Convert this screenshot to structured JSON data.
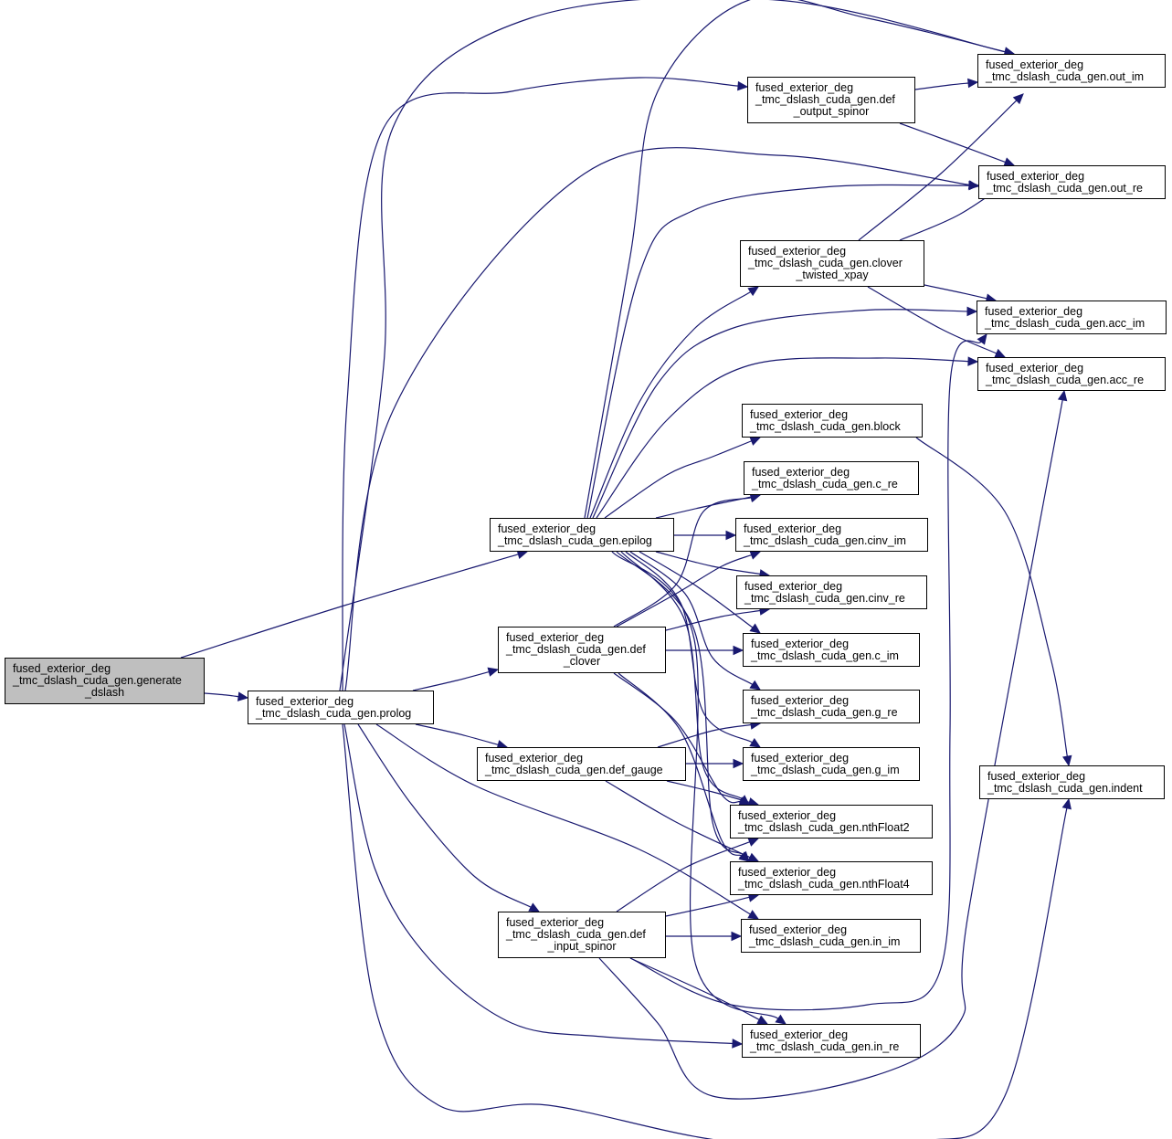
{
  "title": "Call graph: fused_exterior_deg_tmc_dslash_cuda_gen.generate_dslash",
  "colors": {
    "edge": "#191970",
    "root_fill": "#bfbfbf",
    "node_fill": "#ffffff",
    "border": "#000000"
  },
  "nodes": [
    {
      "id": "generate_dslash",
      "lines": [
        "fused_exterior_deg",
        "_tmc_dslash_cuda_gen.generate",
        "_dslash"
      ],
      "root": true
    },
    {
      "id": "prolog",
      "lines": [
        "fused_exterior_deg",
        "_tmc_dslash_cuda_gen.prolog"
      ]
    },
    {
      "id": "epilog",
      "lines": [
        "fused_exterior_deg",
        "_tmc_dslash_cuda_gen.epilog"
      ]
    },
    {
      "id": "def_clover",
      "lines": [
        "fused_exterior_deg",
        "_tmc_dslash_cuda_gen.def",
        "_clover"
      ]
    },
    {
      "id": "def_gauge",
      "lines": [
        "fused_exterior_deg",
        "_tmc_dslash_cuda_gen.def_gauge"
      ]
    },
    {
      "id": "def_input_spinor",
      "lines": [
        "fused_exterior_deg",
        "_tmc_dslash_cuda_gen.def",
        "_input_spinor"
      ]
    },
    {
      "id": "def_output_spinor",
      "lines": [
        "fused_exterior_deg",
        "_tmc_dslash_cuda_gen.def",
        "_output_spinor"
      ]
    },
    {
      "id": "clover_twisted_xpay",
      "lines": [
        "fused_exterior_deg",
        "_tmc_dslash_cuda_gen.clover",
        "_twisted_xpay"
      ]
    },
    {
      "id": "block",
      "lines": [
        "fused_exterior_deg",
        "_tmc_dslash_cuda_gen.block"
      ]
    },
    {
      "id": "c_re",
      "lines": [
        "fused_exterior_deg",
        "_tmc_dslash_cuda_gen.c_re"
      ]
    },
    {
      "id": "cinv_im",
      "lines": [
        "fused_exterior_deg",
        "_tmc_dslash_cuda_gen.cinv_im"
      ]
    },
    {
      "id": "cinv_re",
      "lines": [
        "fused_exterior_deg",
        "_tmc_dslash_cuda_gen.cinv_re"
      ]
    },
    {
      "id": "c_im",
      "lines": [
        "fused_exterior_deg",
        "_tmc_dslash_cuda_gen.c_im"
      ]
    },
    {
      "id": "g_re",
      "lines": [
        "fused_exterior_deg",
        "_tmc_dslash_cuda_gen.g_re"
      ]
    },
    {
      "id": "g_im",
      "lines": [
        "fused_exterior_deg",
        "_tmc_dslash_cuda_gen.g_im"
      ]
    },
    {
      "id": "nthFloat2",
      "lines": [
        "fused_exterior_deg",
        "_tmc_dslash_cuda_gen.nthFloat2"
      ]
    },
    {
      "id": "nthFloat4",
      "lines": [
        "fused_exterior_deg",
        "_tmc_dslash_cuda_gen.nthFloat4"
      ]
    },
    {
      "id": "in_im",
      "lines": [
        "fused_exterior_deg",
        "_tmc_dslash_cuda_gen.in_im"
      ]
    },
    {
      "id": "in_re",
      "lines": [
        "fused_exterior_deg",
        "_tmc_dslash_cuda_gen.in_re"
      ]
    },
    {
      "id": "out_im",
      "lines": [
        "fused_exterior_deg",
        "_tmc_dslash_cuda_gen.out_im"
      ]
    },
    {
      "id": "out_re",
      "lines": [
        "fused_exterior_deg",
        "_tmc_dslash_cuda_gen.out_re"
      ]
    },
    {
      "id": "acc_im",
      "lines": [
        "fused_exterior_deg",
        "_tmc_dslash_cuda_gen.acc_im"
      ]
    },
    {
      "id": "acc_re",
      "lines": [
        "fused_exterior_deg",
        "_tmc_dslash_cuda_gen.acc_re"
      ]
    },
    {
      "id": "indent",
      "lines": [
        "fused_exterior_deg",
        "_tmc_dslash_cuda_gen.indent"
      ]
    }
  ],
  "edges": [
    [
      "generate_dslash",
      "prolog"
    ],
    [
      "generate_dslash",
      "epilog"
    ],
    [
      "prolog",
      "def_output_spinor"
    ],
    [
      "prolog",
      "out_im"
    ],
    [
      "prolog",
      "out_re"
    ],
    [
      "prolog",
      "def_clover"
    ],
    [
      "prolog",
      "def_gauge"
    ],
    [
      "prolog",
      "def_input_spinor"
    ],
    [
      "prolog",
      "in_im"
    ],
    [
      "prolog",
      "in_re"
    ],
    [
      "prolog",
      "indent"
    ],
    [
      "epilog",
      "out_im"
    ],
    [
      "epilog",
      "out_re"
    ],
    [
      "epilog",
      "clover_twisted_xpay"
    ],
    [
      "epilog",
      "acc_im"
    ],
    [
      "epilog",
      "acc_re"
    ],
    [
      "epilog",
      "block"
    ],
    [
      "epilog",
      "c_re"
    ],
    [
      "epilog",
      "cinv_im"
    ],
    [
      "epilog",
      "cinv_re"
    ],
    [
      "epilog",
      "c_im"
    ],
    [
      "epilog",
      "g_re"
    ],
    [
      "epilog",
      "g_im"
    ],
    [
      "epilog",
      "nthFloat2"
    ],
    [
      "epilog",
      "nthFloat4"
    ],
    [
      "epilog",
      "in_re"
    ],
    [
      "def_output_spinor",
      "out_im"
    ],
    [
      "def_output_spinor",
      "out_re"
    ],
    [
      "clover_twisted_xpay",
      "out_im"
    ],
    [
      "clover_twisted_xpay",
      "out_re"
    ],
    [
      "clover_twisted_xpay",
      "acc_im"
    ],
    [
      "clover_twisted_xpay",
      "acc_re"
    ],
    [
      "block",
      "indent"
    ],
    [
      "def_clover",
      "c_re"
    ],
    [
      "def_clover",
      "cinv_im"
    ],
    [
      "def_clover",
      "cinv_re"
    ],
    [
      "def_clover",
      "c_im"
    ],
    [
      "def_clover",
      "nthFloat2"
    ],
    [
      "def_clover",
      "nthFloat4"
    ],
    [
      "def_gauge",
      "g_re"
    ],
    [
      "def_gauge",
      "g_im"
    ],
    [
      "def_gauge",
      "nthFloat2"
    ],
    [
      "def_gauge",
      "nthFloat4"
    ],
    [
      "def_input_spinor",
      "nthFloat2"
    ],
    [
      "def_input_spinor",
      "nthFloat4"
    ],
    [
      "def_input_spinor",
      "in_im"
    ],
    [
      "def_input_spinor",
      "in_re"
    ],
    [
      "def_input_spinor",
      "acc_im"
    ],
    [
      "def_input_spinor",
      "acc_re"
    ]
  ]
}
